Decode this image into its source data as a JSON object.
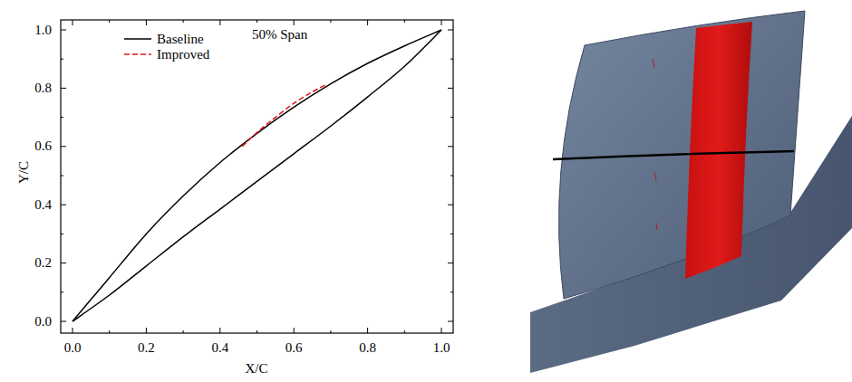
{
  "diagram": {
    "title": "50% Span",
    "labels": [
      "0.0",
      "0.2",
      "0.4",
      "0.6",
      "0.8",
      "1.0",
      "0.0",
      "0.2",
      "0.4",
      "0.6",
      "0.8",
      "1.0",
      "X/C",
      "Y/C"
    ],
    "legend": [
      {
        "text": "Baseline"
      },
      {
        "text": "Improved"
      }
    ]
  }
}
